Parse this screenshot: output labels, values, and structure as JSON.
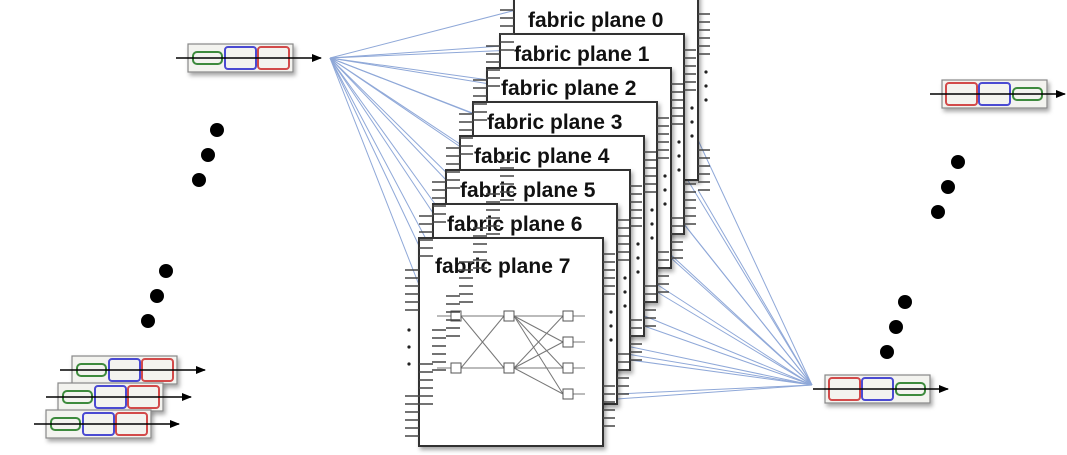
{
  "diagram": {
    "planes": [
      {
        "label": "fabric plane 0"
      },
      {
        "label": "fabric plane 1"
      },
      {
        "label": "fabric plane 2"
      },
      {
        "label": "fabric plane 3"
      },
      {
        "label": "fabric plane 4"
      },
      {
        "label": "fabric plane 5"
      },
      {
        "label": "fabric plane 6"
      },
      {
        "label": "fabric plane 7"
      }
    ],
    "colors": {
      "link": "#8fa8d8",
      "cell_red": "#d24a4a",
      "cell_blue": "#4a4ad2",
      "cell_green": "#3d8a3d",
      "packet_bg": "#f3f3ef",
      "plane_border": "#333333",
      "dot": "#000000"
    }
  }
}
